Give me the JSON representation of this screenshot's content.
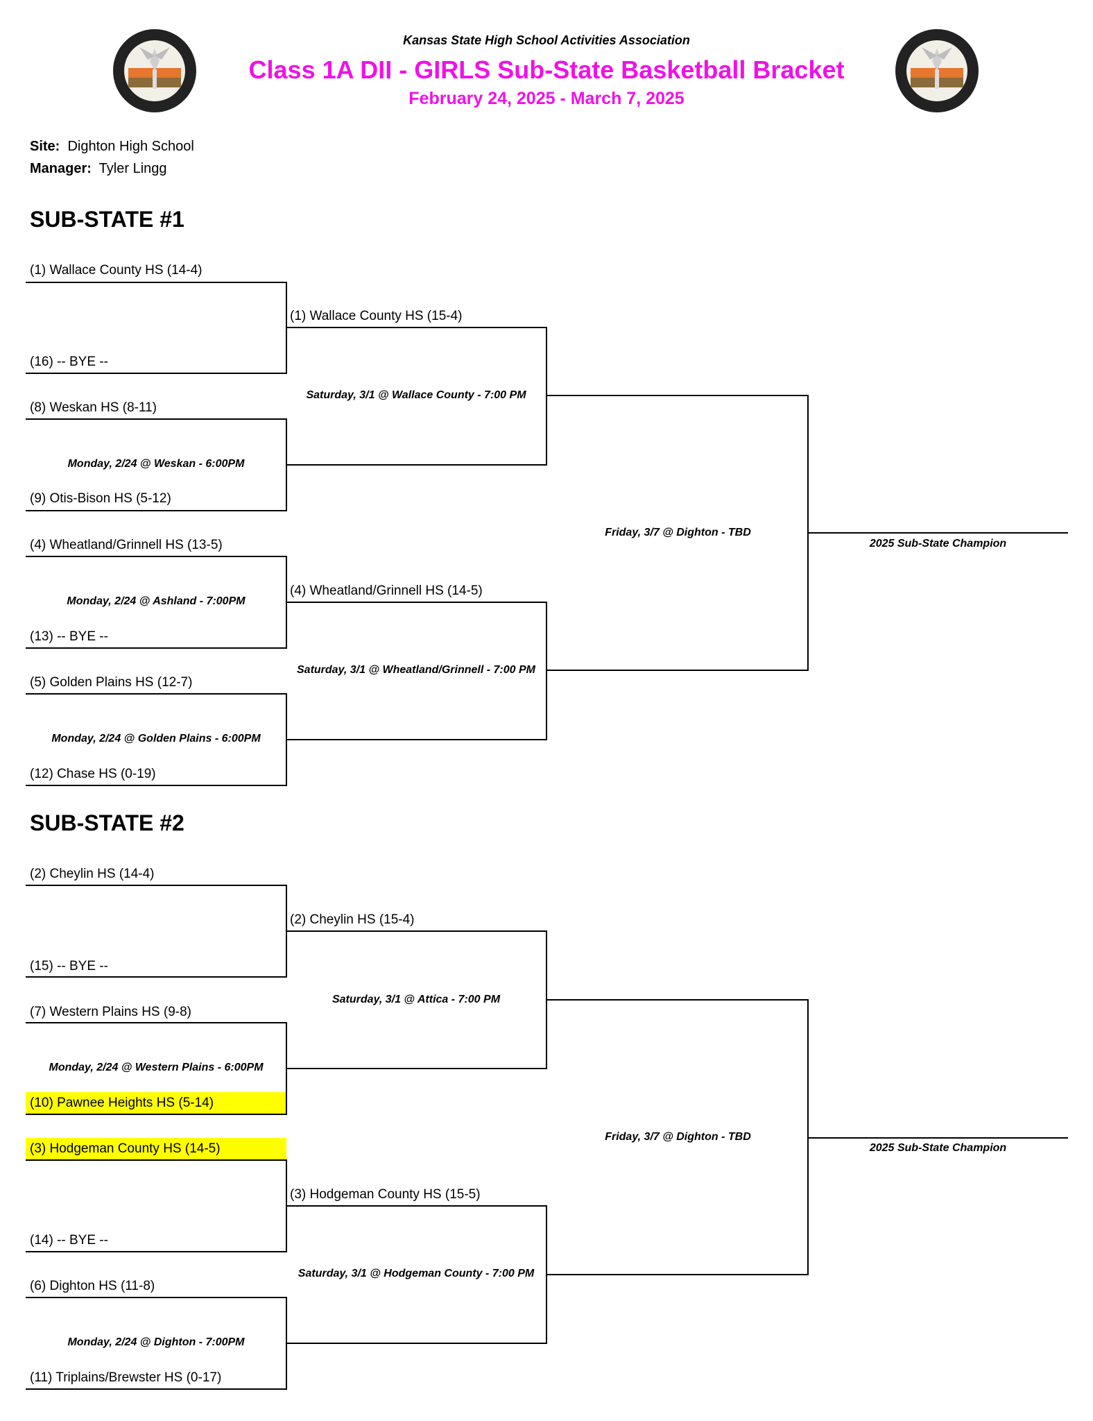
{
  "header": {
    "organization": "Kansas State High School Activities Association",
    "title": "Class 1A DII - GIRLS Sub-State Basketball Bracket",
    "dates": "February 24, 2025 - March 7, 2025"
  },
  "info": {
    "site_label": "Site:",
    "site_value": "Dighton High School",
    "manager_label": "Manager:",
    "manager_value": "Tyler Lingg"
  },
  "substates": [
    {
      "title": "SUB-STATE #1",
      "round1": [
        {
          "top": "(1) Wallace County HS (14-4)",
          "bottom": "(16) -- BYE --",
          "game": ""
        },
        {
          "top": "(8) Weskan HS (8-11)",
          "bottom": "(9) Otis-Bison HS (5-12)",
          "game": "Monday, 2/24 @ Weskan - 6:00PM"
        },
        {
          "top": "(4) Wheatland/Grinnell HS (13-5)",
          "bottom": "(13) -- BYE --",
          "game": "Monday, 2/24 @ Ashland - 7:00PM"
        },
        {
          "top": "(5) Golden Plains HS (12-7)",
          "bottom": "(12) Chase HS (0-19)",
          "game": "Monday, 2/24 @ Golden Plains - 6:00PM"
        }
      ],
      "round2": [
        {
          "top": "(1) Wallace County HS (15-4)",
          "game": "Saturday, 3/1 @ Wallace County - 7:00 PM"
        },
        {
          "top": "(4) Wheatland/Grinnell HS (14-5)",
          "game": "Saturday, 3/1 @ Wheatland/Grinnell - 7:00 PM"
        }
      ],
      "final_game": "Friday, 3/7 @ Dighton - TBD",
      "champion_label": "2025 Sub-State Champion"
    },
    {
      "title": "SUB-STATE #2",
      "round1": [
        {
          "top": "(2) Cheylin HS (14-4)",
          "bottom": "(15) -- BYE --",
          "game": ""
        },
        {
          "top": "(7) Western Plains HS (9-8)",
          "bottom": "(10) Pawnee Heights HS (5-14)",
          "game": "Monday, 2/24 @ Western Plains - 6:00PM"
        },
        {
          "top": "(3) Hodgeman County HS (14-5)",
          "bottom": "(14) -- BYE --",
          "game": ""
        },
        {
          "top": "(6) Dighton HS (11-8)",
          "bottom": "(11) Triplains/Brewster HS (0-17)",
          "game": "Monday, 2/24 @ Dighton - 7:00PM"
        }
      ],
      "round2": [
        {
          "top": "(2) Cheylin HS (15-4)",
          "game": "Saturday, 3/1 @ Attica - 7:00 PM"
        },
        {
          "top": "(3) Hodgeman County HS (15-5)",
          "game": "Saturday, 3/1 @ Hodgeman County - 7:00 PM"
        }
      ],
      "final_game": "Friday, 3/7 @ Dighton - TBD",
      "champion_label": "2025 Sub-State Champion"
    }
  ],
  "highlight_color": "#ffff00",
  "title_color": "#f011e6",
  "icons": {
    "logo": "khsaa-seal-logo"
  }
}
